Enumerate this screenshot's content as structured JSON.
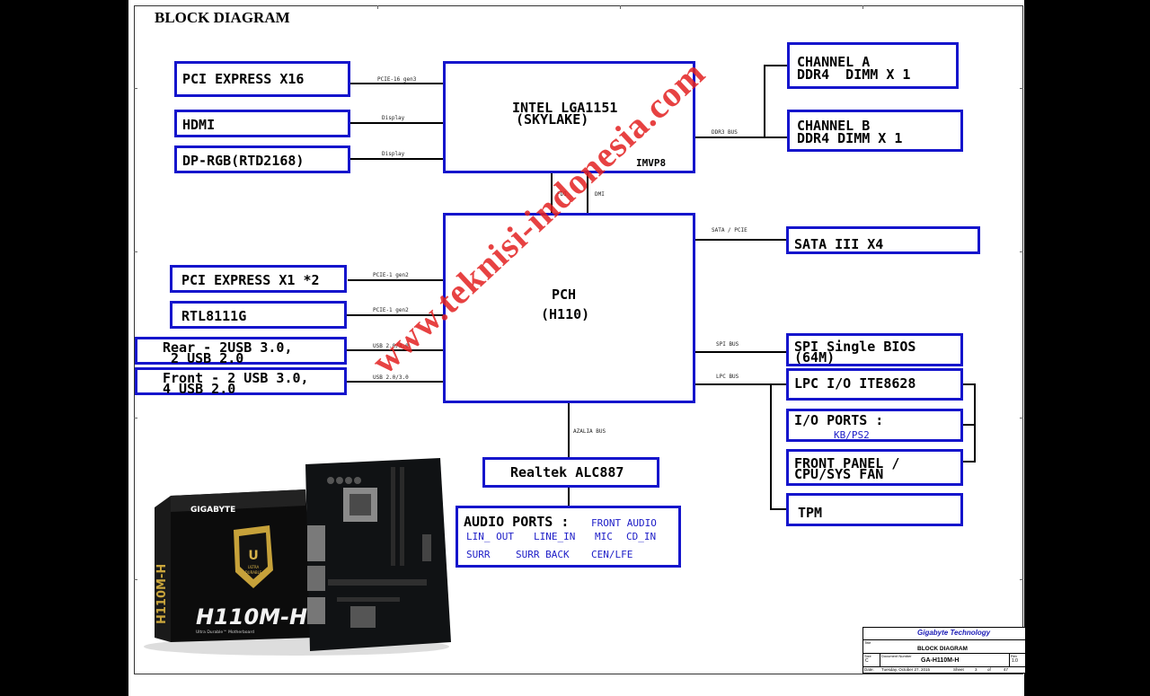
{
  "title": "BLOCK DIAGRAM",
  "cpu": {
    "line1": "INTEL LGA1151",
    "line2": "(SKYLAKE)",
    "vr": "IMVP8"
  },
  "pch": {
    "line1": "PCH",
    "line2": "(H110)"
  },
  "left_top": [
    {
      "label": "PCI EXPRESS X16",
      "bus": "PCIE-16 gen3"
    },
    {
      "label": "HDMI",
      "bus": "Display"
    },
    {
      "label": "DP-RGB(RTD2168)",
      "bus": "Display"
    }
  ],
  "left_bottom": [
    {
      "label": "PCI EXPRESS X1 *2",
      "bus": "PCIE-1 gen2"
    },
    {
      "label": "RTL8111G",
      "bus": "PCIE-1 gen2"
    },
    {
      "label": "Rear - 2USB 3.0,\n 2 USB 2.0",
      "bus": "USB 2.0/3.0"
    },
    {
      "label": "Front - 2 USB 3.0,\n4 USB 2.0",
      "bus": "USB 2.0/3.0"
    }
  ],
  "memory": {
    "bus": "DDR3 BUS",
    "channel_a": "CHANNEL A\nDDR4  DIMM X 1",
    "channel_b": "CHANNEL B\nDDR4 DIMM X 1"
  },
  "cpu_pch_links": {
    "fdi": "FDI",
    "dmi": "DMI"
  },
  "right": {
    "sata": {
      "label": "SATA III X4",
      "bus": "SATA / PCIE"
    },
    "spi": {
      "label": "SPI Single BIOS\n(64M)",
      "bus": "SPI BUS"
    },
    "lpc": {
      "label": "LPC I/O ITE8628",
      "bus": "LPC BUS"
    },
    "io_ports": {
      "label": "I/O PORTS :",
      "sub": "KB/PS2"
    },
    "front_panel": {
      "label": "FRONT PANEL /\nCPU/SYS FAN"
    },
    "tpm": {
      "label": "TPM"
    }
  },
  "audio": {
    "bus": "AZALIA BUS",
    "codec": "Realtek ALC887",
    "ports_title": "AUDIO PORTS :",
    "front_audio": "FRONT AUDIO",
    "row1": [
      "LIN_ OUT",
      "LINE_IN",
      "MIC",
      "CD_IN"
    ],
    "row2": [
      "SURR",
      "SURR BACK",
      "CEN/LFE"
    ]
  },
  "product": {
    "brand": "GIGABYTE",
    "model": "H110M-H",
    "badge_line1": "ULTRA",
    "badge_line2": "DURABLE",
    "tagline": "Ultra Durable™ Motherboard"
  },
  "watermark": "www.teknisi-indonesia.com",
  "title_block": {
    "company": "Gigabyte Technology",
    "title_label": "Title",
    "title": "BLOCK DIAGRAM",
    "size_label": "Size",
    "size": "C",
    "docnum_label": "Document Number",
    "docnum": "GA-H110M-H",
    "rev_label": "Rev",
    "rev": "1.0",
    "date_label": "Date:",
    "date": "Tuesday, October 27, 2015",
    "sheet_label": "Sheet",
    "sheet": "3",
    "of": "of",
    "total": "47"
  },
  "colors": {
    "block_border": "#1515cc",
    "watermark": "#e32222",
    "sub_text": "#2020c8"
  }
}
